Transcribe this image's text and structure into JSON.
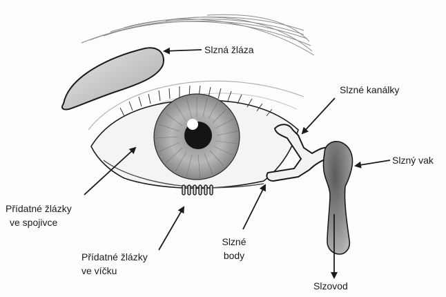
{
  "labels": {
    "lacrimal_gland": "Slzná žláza",
    "lacrimal_canaliculi": "Slzné kanálky",
    "lacrimal_sac": "Slzný vak",
    "conjunctival_glands": [
      "Přídatné žlázky",
      "ve spojivce"
    ],
    "eyelid_glands": [
      "Přídatné žlázky",
      "ve víčku"
    ],
    "lacrimal_puncta": [
      "Slzné",
      "body"
    ],
    "nasolacrimal_duct": "Slzovod"
  },
  "colors": {
    "ink": "#1a1a1a",
    "paper": "#fdfdfd",
    "shade_dark": "#6e6e6e",
    "shade_mid": "#9a9a9a",
    "shade_light": "#d4d4d4"
  }
}
